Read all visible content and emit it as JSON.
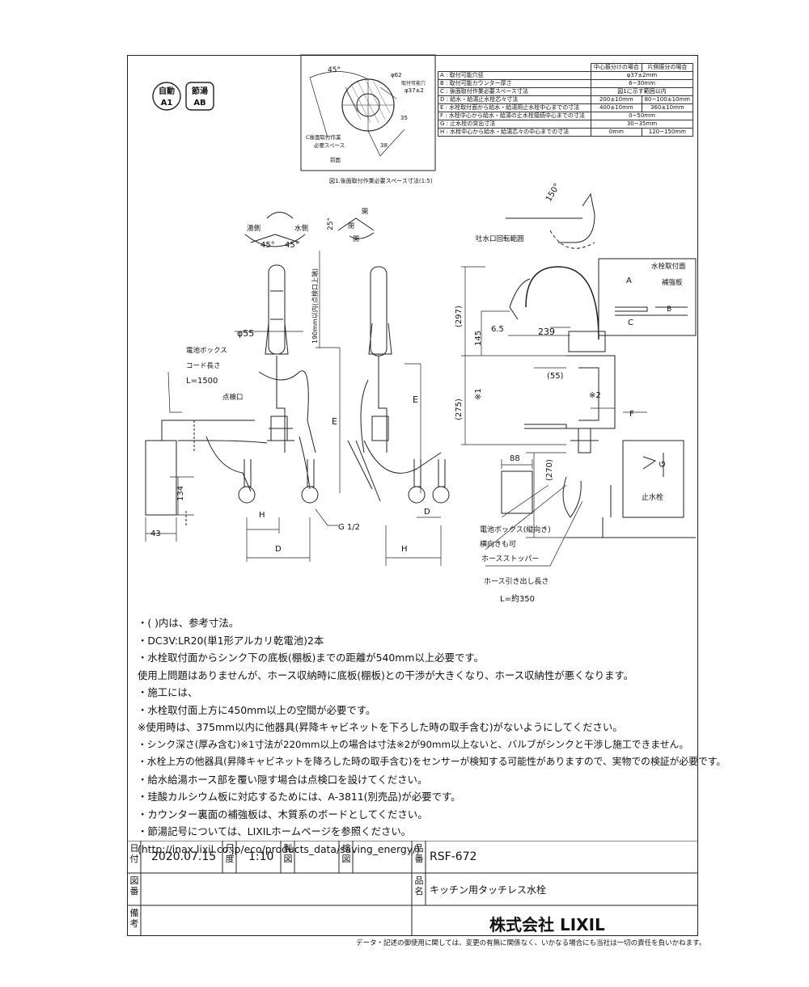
{
  "badges": {
    "left": [
      "自動",
      "A1"
    ],
    "right": [
      "節湯",
      "AB"
    ]
  },
  "detail": {
    "caption": "図1.後面取付作業必要スペース寸法(1:5)",
    "angle": "45°",
    "dia_outer": "φ62",
    "dia_hole_label": "取付可能穴",
    "dia_hole": "φ37±2",
    "dim_35": "35",
    "dim_38": "38",
    "space_label_1": "C後面取付作業",
    "space_label_2": "必要スペース",
    "front_label": "前面"
  },
  "spec_table": {
    "headers": [
      "中心振分けの場合",
      "片側振分の場合"
    ],
    "rows": [
      {
        "label": "A : 取付可能穴径",
        "value": "φ37±2mm"
      },
      {
        "label": "B : 取付可能カウンター厚さ",
        "value": "6~30mm"
      },
      {
        "label": "C : 後面取付作業必要スペース寸法",
        "value": "図1に示す範囲以内"
      },
      {
        "label": "D : 給水・給湯止水栓芯々寸法",
        "c1": "200±10mm",
        "c2": "80~100±10mm"
      },
      {
        "label": "E : 水栓取付面から給水・給湯用止水栓中心までの寸法",
        "c1": "400±10mm",
        "c2": "360±10mm"
      },
      {
        "label": "F : 水栓中心から給水・給湯の止水栓接続中心までの寸法",
        "value": "0~50mm"
      },
      {
        "label": "G : 止水栓の突出寸法",
        "value": "30~35mm"
      },
      {
        "label": "H : 水栓中心から給水・給湯芯々の中心までの寸法",
        "c1": "0mm",
        "c2": "120~150mm"
      }
    ]
  },
  "front_view": {
    "hot": "湯側",
    "cold": "水側",
    "angle_l": "45°",
    "angle_r": "45°",
    "dia55": "φ55",
    "dim190": "190mm以内(点検口上端)",
    "battery_box": "電池ボックス",
    "cord_len": "コード長さ",
    "cord_val": "L=1500",
    "inspect": "点検口",
    "dim134": "134",
    "dim43": "43",
    "H": "H",
    "D": "D",
    "E": "E",
    "G12": "G 1/2"
  },
  "side_view": {
    "angle": "25°",
    "open1": "開",
    "close": "閉",
    "open2": "開",
    "E": "E",
    "D": "D",
    "H": "H"
  },
  "right_view": {
    "spout_angle": "150°",
    "spout_label": "吐水口回転範囲",
    "mount_face": "水栓取付面",
    "reinforce": "補強板",
    "A": "A",
    "B": "B",
    "C": "C",
    "F": "F",
    "G": "G",
    "d297": "(297)",
    "d145": "145",
    "d275": "(275)",
    "d270": "(270)",
    "d65": "6.5",
    "d239": "239",
    "d55": "(55)",
    "star1": "※1",
    "star2": "※2",
    "d88": "88",
    "stop_valve": "止水栓",
    "battery_note_1": "電池ボックス(縦向き)",
    "battery_note_2": "横向きも可",
    "stopper": "ホースストッパー",
    "hose_len": "ホース引き出し長さ",
    "hose_val": "L=約350"
  },
  "notes": [
    "・(  )内は、参考寸法。",
    "・DC3V:LR20(単1形アルカリ乾電池)2本",
    "・水栓取付面からシンク下の底板(棚板)までの距離が540mm以上必要です。",
    "  使用上問題はありませんが、ホース収納時に底板(棚板)との干渉が大きくなり、ホース収納性が悪くなります。",
    "・施工には、",
    "  ・水栓取付面上方に450mm以上の空間が必要です。",
    "     ※使用時は、375mm以内に他器具(昇降キャビネットを下ろした時の取手含む)がないようにしてください。",
    "  ・シンク深さ(厚み含む)※1寸法が220mm以上の場合は寸法※2が90mm以上ないと、バルブがシンクと干渉し施工できません。",
    "・水栓上方の他器具(昇降キャビネットを降ろした時の取手含む)をセンサーが検知する可能性がありますので、実物での検証が必要です。",
    "・給水給湯ホース部を覆い隠す場合は点検口を設けてください。",
    "・珪酸カルシウム板に対応するためには、A-3811(別売品)が必要です。",
    "・カウンター裏面の補強板は、木質系のボードとしてください。",
    "・節湯記号については、LIXILホームページを参照ください。",
    "(http://inax.lixil.co.jp/eco/products_data/saving_energy/)"
  ],
  "title_block": {
    "date_label": "日付",
    "date": "2020.07.15",
    "scale_label": "尺度",
    "scale": "1:10",
    "drawn_label": "製図",
    "check_label": "検図",
    "pn_label": "品番",
    "product_no": "RSF-672",
    "fig_label": "図番",
    "pname_label": "品名",
    "product_name": "キッチン用タッチレス水栓",
    "remarks_label": "備考",
    "company": "株式会社 LIXIL"
  },
  "footer": "データ・記述の御使用に関しては、変更の有無に関係なく、いかなる場合にも当社は一切の責任を負いかねます。"
}
